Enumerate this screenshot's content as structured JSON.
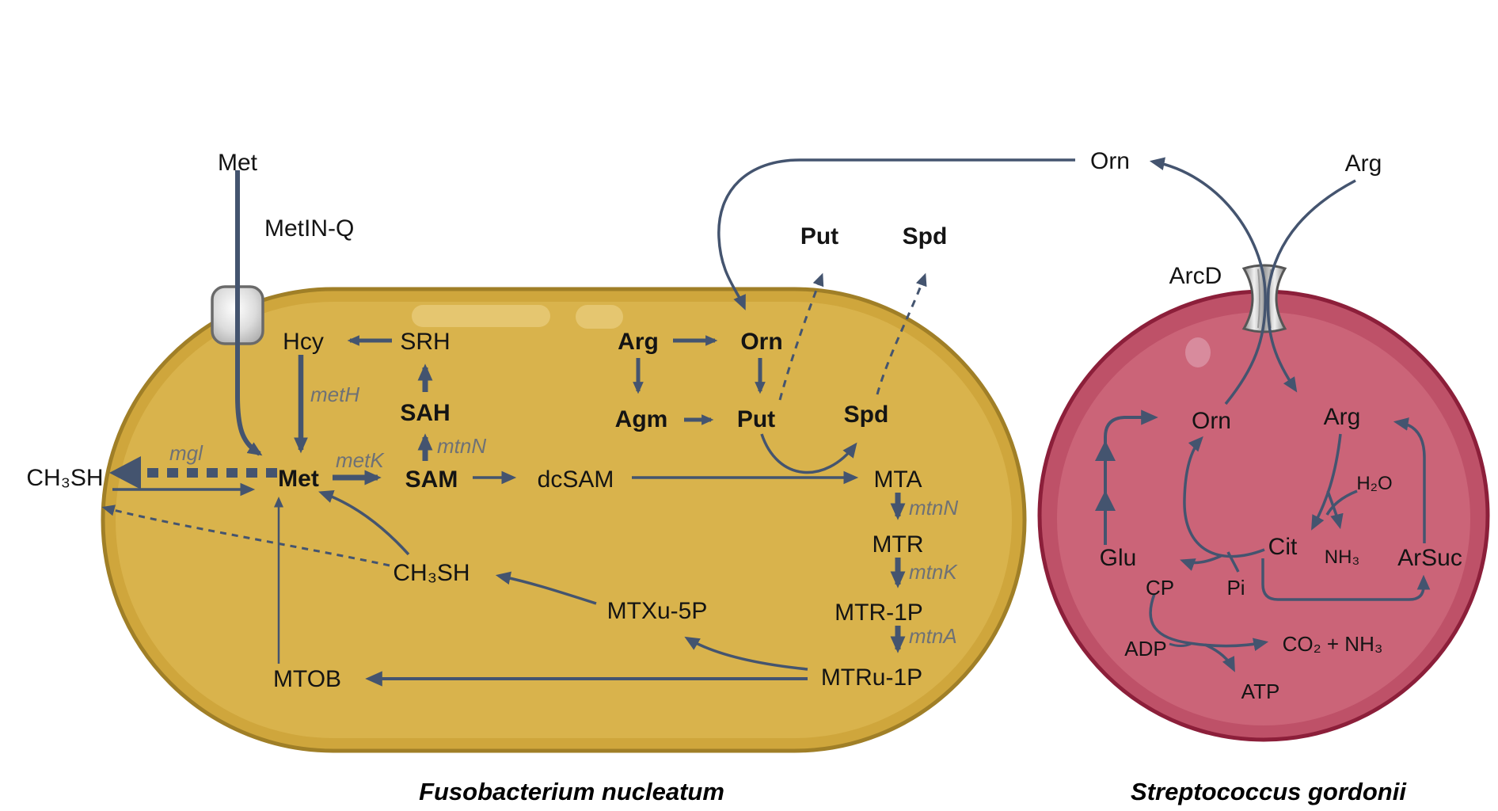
{
  "figure": {
    "captions": {
      "fusobacterium": "Fusobacterium nucleatum",
      "streptococcus": "Streptococcus gordonii"
    },
    "transporters": {
      "metinq": "MetIN-Q",
      "arcd": "ArcD"
    },
    "labels": {
      "met_ext": "Met",
      "hcy": "Hcy",
      "srh": "SRH",
      "sah": "SAH",
      "sam": "SAM",
      "met_int": "Met",
      "dcsam": "dcSAM",
      "ch3sh_ext": "CH₃SH",
      "ch3sh_int": "CH₃SH",
      "arg_fn": "Arg",
      "orn_fn": "Orn",
      "agm": "Agm",
      "put_int": "Put",
      "spd_int": "Spd",
      "put_ext": "Put",
      "spd_ext": "Spd",
      "mta": "MTA",
      "mtr": "MTR",
      "mtr1p": "MTR-1P",
      "mtru1p": "MTRu-1P",
      "mtob": "MTOB",
      "mtxu5p": "MTXu-5P",
      "orn_shared": "Orn",
      "arg_shared": "Arg",
      "orn_sg": "Orn",
      "arg_sg": "Arg",
      "h2o": "H₂O",
      "cit": "Cit",
      "nh3": "NH₃",
      "arsuc": "ArSuc",
      "glu": "Glu",
      "cp": "CP",
      "pi": "Pi",
      "adp": "ADP",
      "co2_nh3": "CO₂ + NH₃",
      "atp": "ATP"
    },
    "enzymes": {
      "mgl": "mgl",
      "meth": "metH",
      "metk": "metK",
      "mtnn_sah": "mtnN",
      "mtnn_mta": "mtnN",
      "mtnk": "mtnK",
      "mtna": "mtnA"
    },
    "colors": {
      "arrow": "#44546F",
      "fn_fill": "#D5AD44",
      "fn_inner": "#DAB44D",
      "fn_border": "#A07F27",
      "fn_highlight": "#E6C977",
      "sg_fill": "#BE5168",
      "sg_inner": "#CB6478",
      "sg_border": "#8C1F3A",
      "transporter_gray": "#C9C9C9",
      "text": "#141414",
      "enzyme_text": "#6E7176"
    }
  }
}
